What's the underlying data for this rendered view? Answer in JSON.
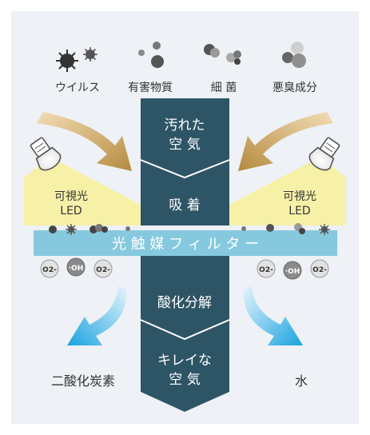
{
  "pollutants": [
    {
      "label": "ウイルス",
      "icon": "virus-icon"
    },
    {
      "label": "有害物質",
      "icon": "harmful-substance-icon"
    },
    {
      "label": "細 菌",
      "icon": "bacteria-icon"
    },
    {
      "label": "悪臭成分",
      "icon": "odor-icon"
    }
  ],
  "stages": {
    "dirty_air_line1": "汚れた",
    "dirty_air_line2": "空 気",
    "adsorption": "吸 着",
    "decomposition": "酸化分解",
    "clean_air_line1": "キレイな",
    "clean_air_line2": "空 気"
  },
  "led": {
    "left_line1": "可視光",
    "left_line2": "LED",
    "right_line1": "可視光",
    "right_line2": "LED"
  },
  "filter_label": "光 触 媒 フ ィ ル タ ー",
  "radicals": {
    "left": [
      "O2-",
      "·OH",
      "O2-"
    ],
    "right": [
      "O2-",
      "·OH",
      "O2-"
    ]
  },
  "outputs": {
    "left": "二酸化炭素",
    "right": "水"
  },
  "colors": {
    "background": "#eef1f6",
    "central_column": "#2e5566",
    "filter_band": "#86c9de",
    "led_light": "#f7f1a8",
    "arrow_gold": "#c39c56",
    "arrow_blue": "#2aa7df",
    "particle_dark": "#4a4a4a",
    "particle_gray": "#a9a9a9"
  }
}
